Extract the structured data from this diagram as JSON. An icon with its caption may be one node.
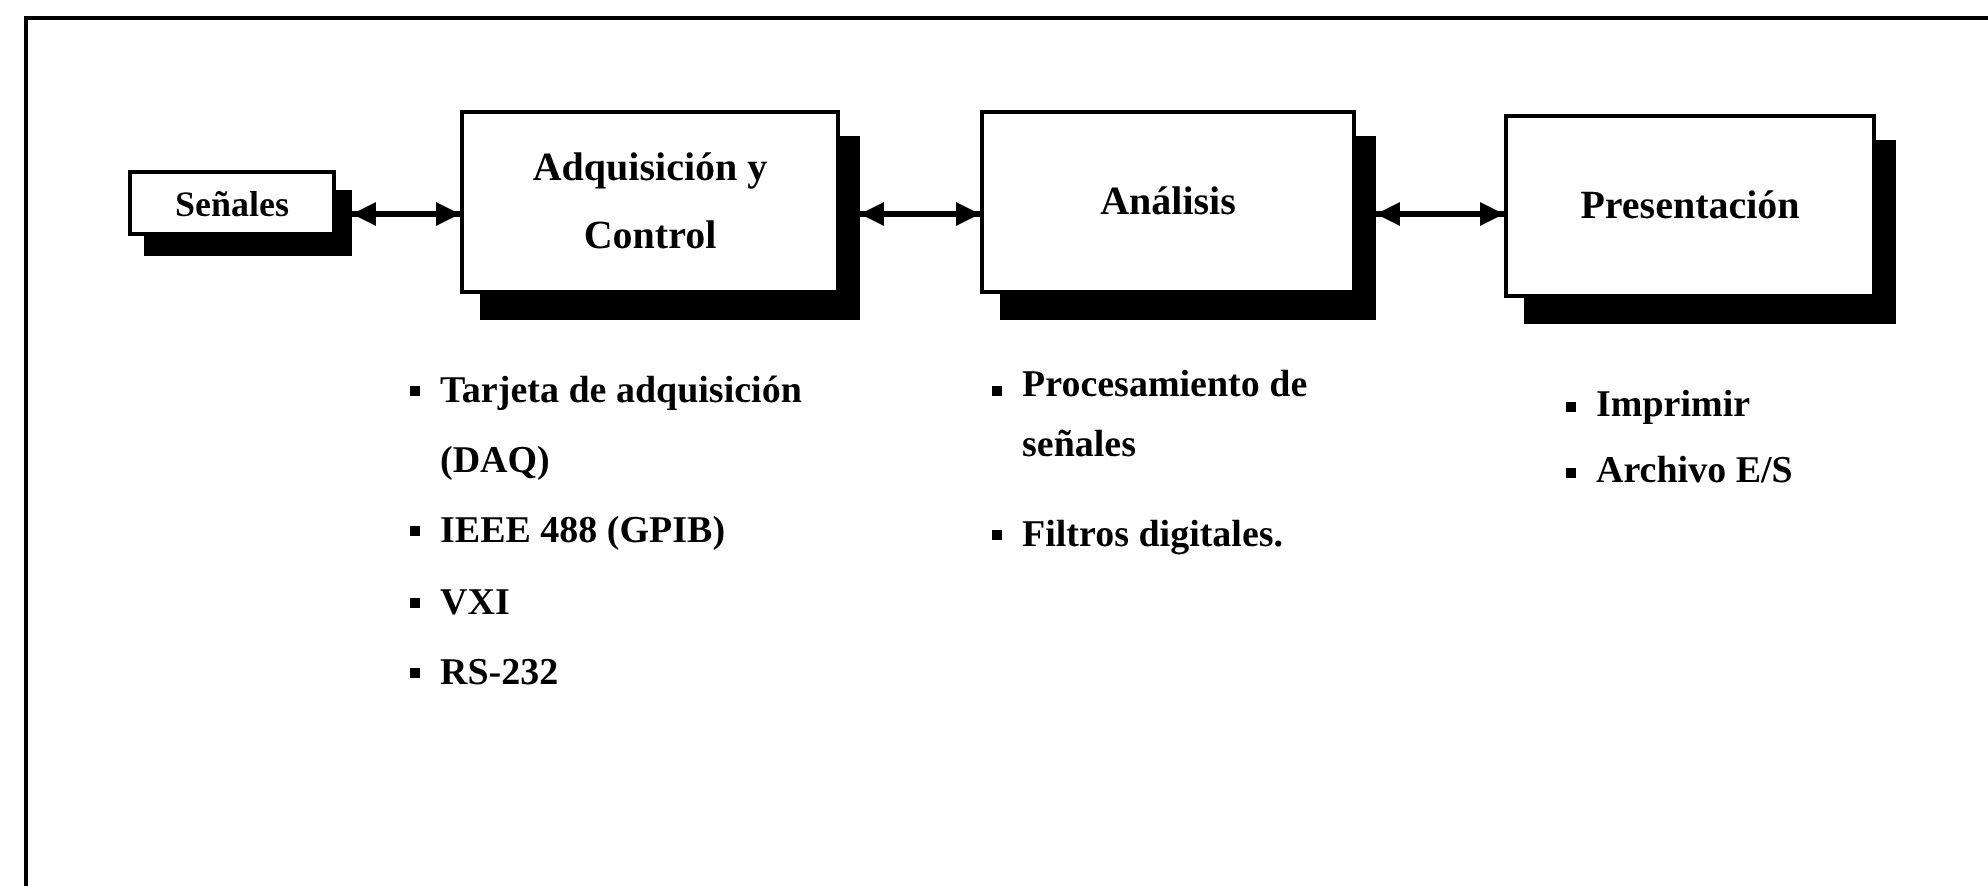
{
  "diagram": {
    "nodes": [
      {
        "text": [
          "Señales"
        ]
      },
      {
        "text": [
          "Adquisición y Control"
        ]
      },
      {
        "text": [
          "Análisis"
        ]
      },
      {
        "text": [
          "Presentación"
        ]
      }
    ],
    "edges": [
      {
        "from": 0,
        "to": 1,
        "arrow": "both"
      },
      {
        "from": 1,
        "to": 2,
        "arrow": "both"
      },
      {
        "from": 2,
        "to": 3,
        "arrow": "both"
      }
    ],
    "labels": [
      "Tarjeta de adquisición (DAQ)",
      "IEEE 488 (GPIB)",
      "VXI",
      "RS-232",
      "Procesamiento de señales",
      "Filtros digitales.",
      "Imprimir",
      "Archivo E/S"
    ]
  }
}
